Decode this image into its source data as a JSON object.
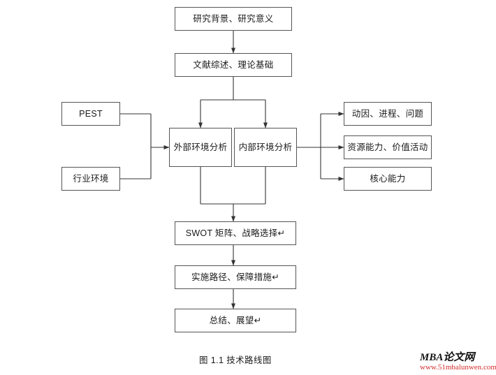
{
  "figure": {
    "caption": "图 1.1  技术路线图"
  },
  "watermark": {
    "brand": "MBA论文网",
    "url": "www.51mbalunwen.com"
  },
  "nodes": {
    "background": "研究背景、研究意义",
    "literature": "文献综述、理论基础",
    "pest": "PEST",
    "industry": "行业环境",
    "external": "外部环境分析",
    "internal": "内部环境分析",
    "motivation": "动因、进程、问题",
    "resources": "资源能力、价值活动",
    "core": "核心能力",
    "swot": "SWOT 矩阵、战略选择↵",
    "implementation": "实施路径、保障措施↵",
    "summary": "总结、展望↵"
  },
  "colors": {
    "node_border": "#555555",
    "node_fill": "#ffffff",
    "edge": "#333333",
    "text": "#1a1a1a",
    "watermark_url": "#d42a2a"
  }
}
